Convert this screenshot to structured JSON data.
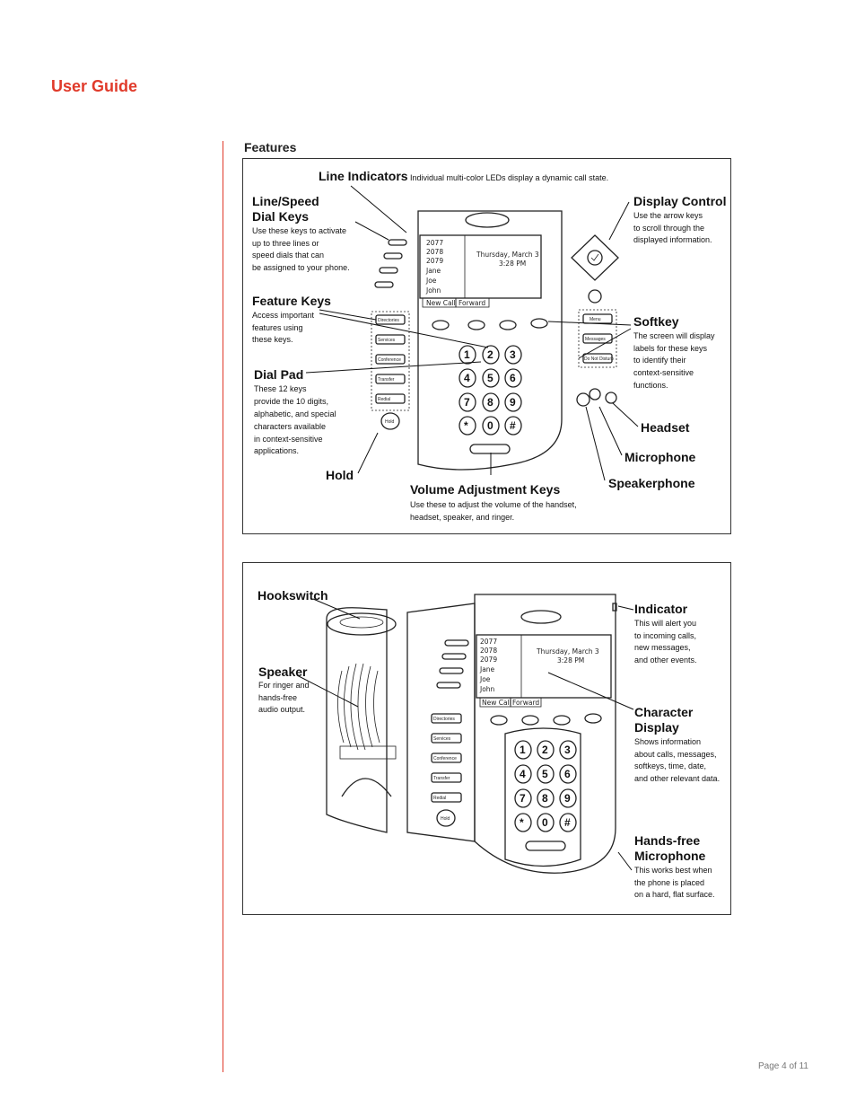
{
  "header": {
    "title": "User Guide"
  },
  "section": {
    "label": "Features"
  },
  "footer": {
    "page": "Page 4 of 11"
  },
  "figure1": {
    "line_indicators": {
      "title": "Line Indicators",
      "desc": "Individual multi-color LEDs display a dynamic call state."
    },
    "line_speed": {
      "title_1": "Line/Speed",
      "title_2": "Dial Keys",
      "desc": [
        "Use these keys to activate",
        "up to three lines or",
        "speed dials that can",
        "be assigned to your phone."
      ]
    },
    "feature_keys": {
      "title": "Feature Keys",
      "desc": [
        "Access important",
        "features using",
        "these keys."
      ]
    },
    "dial_pad": {
      "title": "Dial Pad",
      "desc": [
        "These 12 keys",
        "provide the 10 digits,",
        "alphabetic, and special",
        "characters available",
        "in context-sensitive",
        "applications."
      ]
    },
    "hold": {
      "title": "Hold"
    },
    "volume": {
      "title": "Volume Adjustment Keys",
      "desc": [
        "Use these to adjust the volume of the handset,",
        "headset, speaker, and ringer."
      ]
    },
    "display_control": {
      "title": "Display Control",
      "desc": [
        "Use the arrow keys",
        "to scroll through the",
        "displayed information."
      ]
    },
    "softkey": {
      "title": "Softkey",
      "desc": [
        "The screen will display",
        "labels for these keys",
        "to identify their",
        "context-sensitive",
        "functions."
      ]
    },
    "headset": {
      "title": "Headset"
    },
    "microphone": {
      "title": "Microphone"
    },
    "speakerphone": {
      "title": "Speakerphone"
    },
    "screen": {
      "lines": [
        "2077",
        "2078",
        "2079"
      ],
      "contacts": [
        "Jane",
        "Joe",
        "John"
      ],
      "date": "Thursday, March 3",
      "time": "3:28 PM",
      "softkeys": [
        "New Call",
        "Forward"
      ]
    },
    "feature_buttons": [
      "Directories",
      "Services",
      "Conference",
      "Transfer",
      "Redial",
      "Hold"
    ],
    "right_buttons": [
      "Menu",
      "Messages",
      "Do Not Disturb"
    ],
    "dialpad_keys": [
      "1",
      "2",
      "3",
      "4",
      "5",
      "6",
      "7",
      "8",
      "9",
      "*",
      "0",
      "#"
    ]
  },
  "figure2": {
    "hookswitch": {
      "title": "Hookswitch"
    },
    "speaker": {
      "title": "Speaker",
      "desc": [
        "For ringer and",
        "hands-free",
        "audio output."
      ]
    },
    "indicator": {
      "title": "Indicator",
      "desc": [
        "This will alert you",
        "to incoming calls,",
        "new messages,",
        "and other events."
      ]
    },
    "character_display": {
      "title_1": "Character",
      "title_2": "Display",
      "desc": [
        "Shows information",
        "about calls, messages,",
        "softkeys, time, date,",
        "and other relevant data."
      ]
    },
    "handsfree_mic": {
      "title_1": "Hands-free",
      "title_2": "Microphone",
      "desc": [
        "This works best when",
        "the phone is placed",
        "on a hard, flat surface."
      ]
    },
    "screen": {
      "lines": [
        "2077",
        "2078",
        "2079"
      ],
      "contacts": [
        "Jane",
        "Joe",
        "John"
      ],
      "date": "Thursday, March 3",
      "time": "3:28 PM",
      "softkeys": [
        "New Call",
        "Forward"
      ]
    },
    "feature_buttons": [
      "Directories",
      "Services",
      "Conference",
      "Transfer",
      "Redial",
      "Hold"
    ],
    "dialpad_keys": [
      "1",
      "2",
      "3",
      "4",
      "5",
      "6",
      "7",
      "8",
      "9",
      "*",
      "0",
      "#"
    ]
  }
}
